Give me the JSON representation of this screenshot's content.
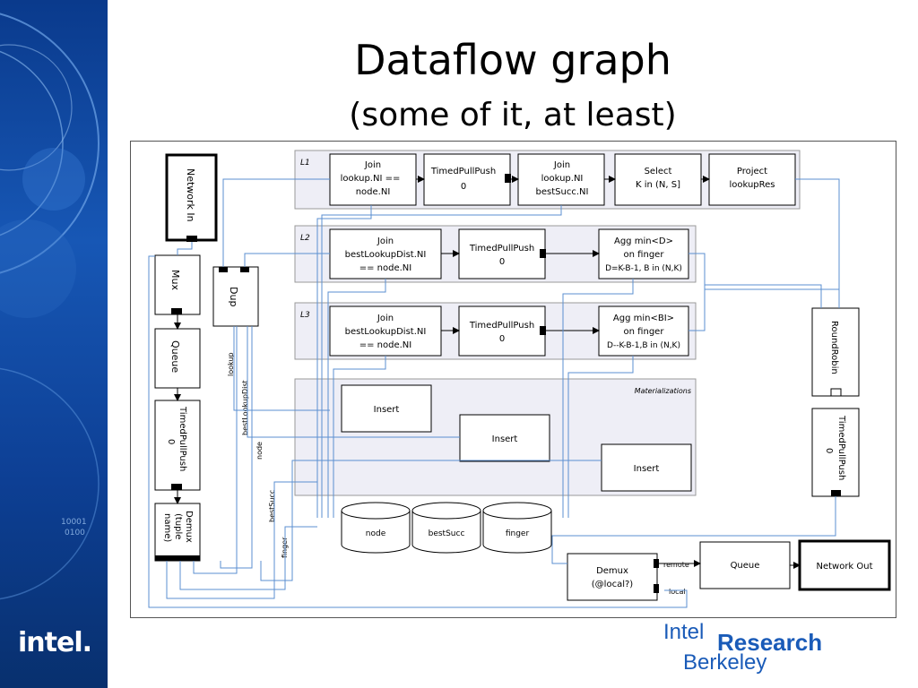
{
  "slide": {
    "title": "Dataflow graph",
    "subtitle": "(some of it, at least)",
    "logo": "intel.",
    "brand_intel": "Intel",
    "brand_research": "Research",
    "brand_berkeley": "Berkeley"
  },
  "diagram": {
    "rule_labels": [
      "L1",
      "L2",
      "L3",
      "Materializations"
    ],
    "network_in": "Network In",
    "mux": "Mux",
    "dup": "Dup",
    "queue_left": "Queue",
    "timed_left": [
      "TimedPullPush",
      "0"
    ],
    "demux_left": [
      "Demux",
      "(tuple",
      "name)"
    ],
    "edge_labels": [
      "lookup",
      "bestLookupDist",
      "node",
      "bestSucc",
      "finger"
    ],
    "l1": {
      "join": [
        "Join",
        "lookup.NI ==",
        "node.NI"
      ],
      "timed": [
        "TimedPullPush",
        "0"
      ],
      "join2": [
        "Join",
        "lookup.NI",
        "bestSucc.NI"
      ],
      "select": [
        "Select",
        "K in (N, S]"
      ],
      "project": [
        "Project",
        "lookupRes"
      ]
    },
    "l2": {
      "join": [
        "Join",
        "bestLookupDist.NI",
        "== node.NI"
      ],
      "timed": [
        "TimedPullPush",
        "0"
      ],
      "agg": [
        "Agg min<D>",
        "on finger",
        "D=K-B-1, B in (N,K)"
      ]
    },
    "l3": {
      "join": [
        "Join",
        "bestLookupDist.NI",
        "== node.NI"
      ],
      "timed": [
        "TimedPullPush",
        "0"
      ],
      "agg": [
        "Agg min<BI>",
        "on finger",
        "D--K-B-1,B in (N,K)"
      ]
    },
    "inserts": [
      "Insert",
      "Insert",
      "Insert"
    ],
    "tables": [
      "node",
      "bestSucc",
      "finger"
    ],
    "roundrobin": "RoundRobin",
    "timed_right": [
      "TimedPullPush",
      "0"
    ],
    "demux_bottom": [
      "Demux",
      "(@local?)"
    ],
    "remote": "remote",
    "local": "local",
    "queue_bottom": "Queue",
    "network_out": "Network Out"
  }
}
